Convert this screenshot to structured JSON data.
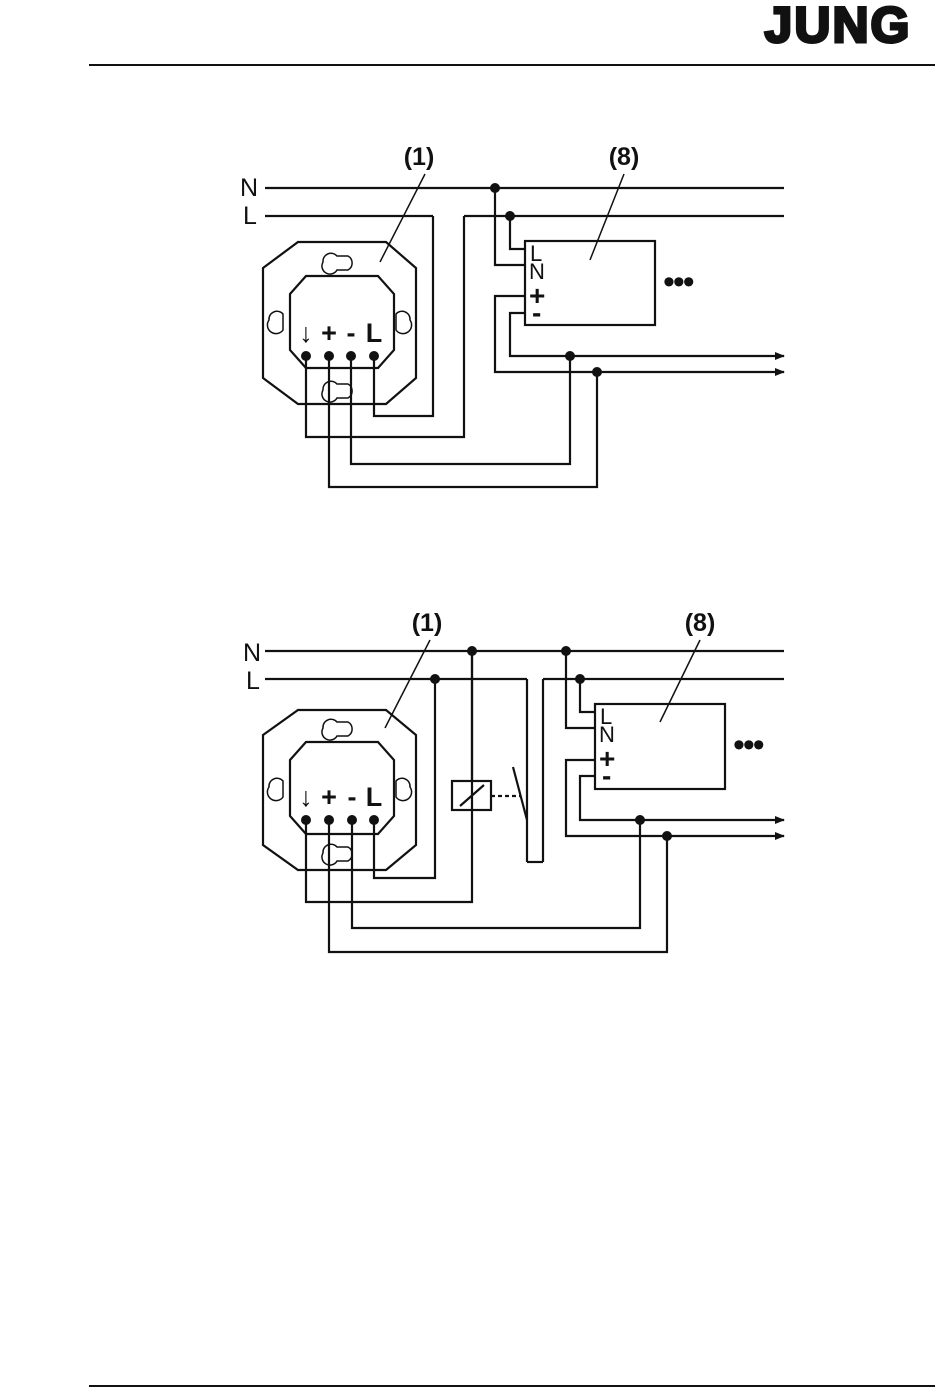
{
  "header": {
    "brand": "JUNG"
  },
  "diagram1": {
    "line_n": "N",
    "line_l": "L",
    "callout_device": "(1)",
    "callout_supply": "(8)",
    "device_terminals": [
      "↓",
      "+",
      "-",
      "L"
    ],
    "supply_terminals": [
      "L",
      "N",
      "+",
      "-"
    ],
    "continuation": "•••"
  },
  "diagram2": {
    "line_n": "N",
    "line_l": "L",
    "callout_device": "(1)",
    "callout_supply": "(8)",
    "device_terminals": [
      "↓",
      "+",
      "-",
      "L"
    ],
    "supply_terminals": [
      "L",
      "N",
      "+",
      "-"
    ],
    "continuation": "•••"
  }
}
